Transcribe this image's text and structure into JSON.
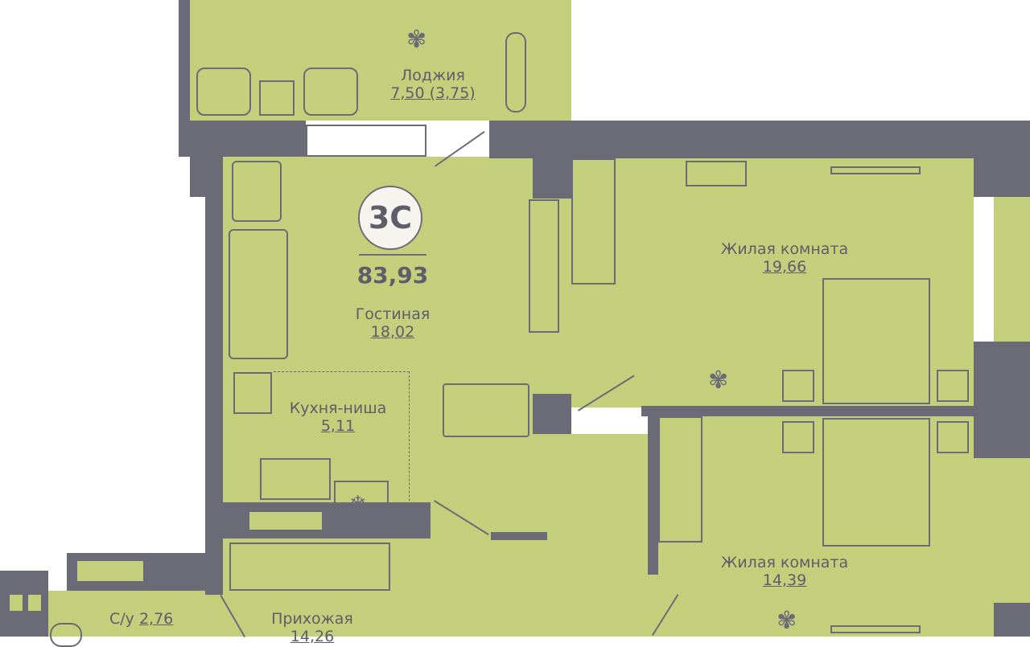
{
  "plan": {
    "type_badge": "3С",
    "total_area": "83,93"
  },
  "rooms": [
    {
      "name": "Лоджия",
      "area": "7,50 (3,75)"
    },
    {
      "name": "Гостиная",
      "area": "18,02"
    },
    {
      "name": "Кухня-ниша",
      "area": "5,11"
    },
    {
      "name": "Жилая комната",
      "area": "19,66"
    },
    {
      "name": "Жилая комната",
      "area": "14,39"
    },
    {
      "name": "С/у",
      "area": "2,76"
    },
    {
      "name": "Прихожая",
      "area": "14,26"
    }
  ],
  "colors": {
    "floor": "#c3cf7a",
    "wall": "#6b6b78",
    "badge": "#f6f4ee"
  }
}
